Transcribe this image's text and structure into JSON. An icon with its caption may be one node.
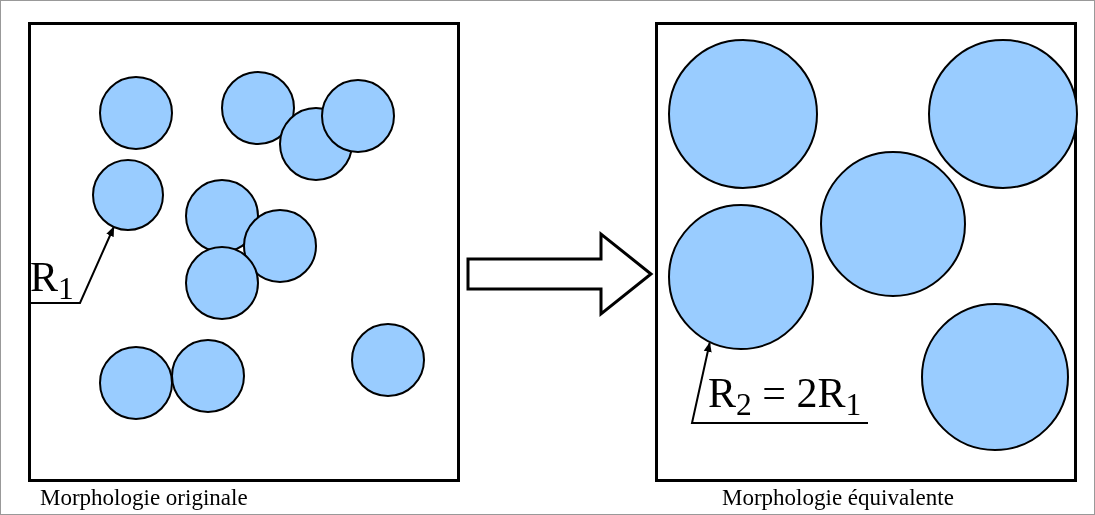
{
  "diagram": {
    "nodes": [
      {
        "text": [],
        "shape": "box",
        "beside": [
          "Morphologie originale"
        ]
      },
      {
        "text": [
          "R$_{1}$"
        ],
        "in": 0
      },
      {
        "text": [],
        "shape": "circle",
        "in": 0
      },
      {
        "text": [],
        "shape": "box",
        "beside": [
          "Morphologie équivalente"
        ]
      },
      {
        "text": [
          "R$_{2}$ = 2R$_{1}$"
        ],
        "in": 3
      },
      {
        "text": [],
        "shape": "circle",
        "in": 3
      }
    ],
    "edges": [
      {
        "from": 0,
        "to": 3,
        "arrow": "to",
        "style": "thick"
      },
      {
        "from": 1,
        "to": 2,
        "arrow": "to"
      },
      {
        "from": 4,
        "to": 5,
        "arrow": "to"
      }
    ]
  }
}
